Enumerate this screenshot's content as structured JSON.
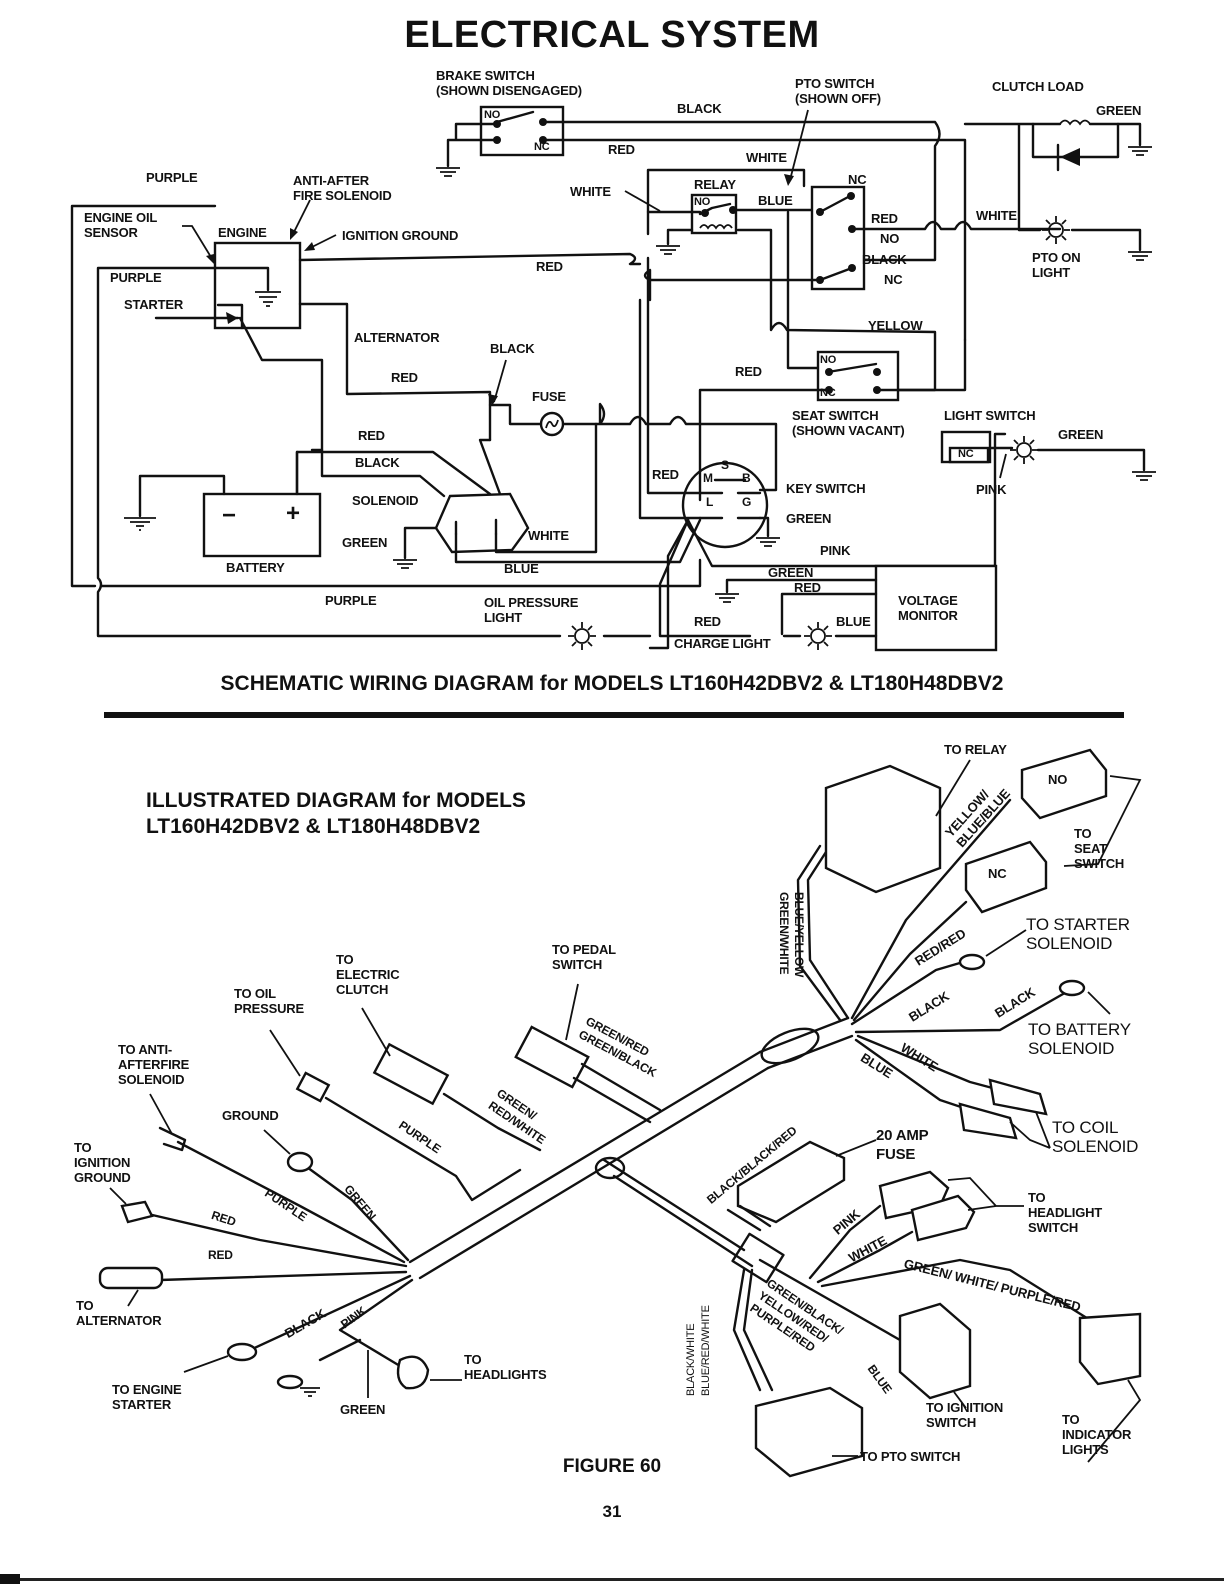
{
  "page": {
    "title": "ELECTRICAL SYSTEM",
    "schematic_caption": "SCHEMATIC WIRING DIAGRAM for MODELS LT160H42DBV2 & LT180H48DBV2",
    "illustrated_title": "ILLUSTRATED DIAGRAM for MODELS\nLT160H42DBV2 & LT180H48DBV2",
    "figure_label": "FIGURE 60",
    "page_number": "31"
  },
  "schematic": {
    "components": {
      "brake_switch": "BRAKE SWITCH\n(SHOWN DISENGAGED)",
      "pto_switch": "PTO SWITCH\n(SHOWN OFF)",
      "clutch_load": "CLUTCH LOAD",
      "anti_afterfire": "ANTI-AFTER\nFIRE SOLENOID",
      "engine_oil_sensor": "ENGINE OIL\nSENSOR",
      "engine": "ENGINE",
      "ignition_ground": "IGNITION GROUND",
      "starter": "STARTER",
      "relay": "RELAY",
      "alternator": "ALTERNATOR",
      "fuse": "FUSE",
      "seat_switch": "SEAT SWITCH\n(SHOWN VACANT)",
      "light_switch": "LIGHT SWITCH",
      "key_switch": "KEY SWITCH",
      "solenoid": "SOLENOID",
      "battery": "BATTERY",
      "battery_minus": "−",
      "battery_plus": "+",
      "voltage_monitor": "VOLTAGE\nMONITOR",
      "oil_pressure_light": "OIL PRESSURE\nLIGHT",
      "charge_light": "CHARGE LIGHT",
      "pto_on_light": "PTO ON\nLIGHT"
    },
    "terminals": {
      "no": "NO",
      "nc": "NC",
      "key_s": "S",
      "key_m": "M",
      "key_b": "B",
      "key_l": "L",
      "key_g": "G"
    },
    "wire_labels": {
      "purple_top": "PURPLE",
      "purple_inner": "PURPLE",
      "purple_bottom": "PURPLE",
      "black_top": "BLACK",
      "red_top": "RED",
      "white_top": "WHITE",
      "white_relay": "WHITE",
      "blue_relay": "BLUE",
      "red_pto": "RED",
      "no_pto": "NO",
      "black_pto": "BLACK",
      "nc_pto": "NC",
      "green_clutch": "GREEN",
      "white_pto_light": "WHITE",
      "red_ignition": "RED",
      "yellow": "YELLOW",
      "black_fuse": "BLACK",
      "red_alternator": "RED",
      "red_seat": "RED",
      "red_solenoid": "RED",
      "black_solenoid": "BLACK",
      "green_solenoid": "GREEN",
      "white_solenoid": "WHITE",
      "blue_solenoid": "BLUE",
      "red_key": "RED",
      "green_key": "GREEN",
      "pink_key": "PINK",
      "green_light_switch": "GREEN",
      "pink_light_switch": "PINK",
      "green_monitor": "GREEN",
      "red_monitor": "RED",
      "red_charge": "RED",
      "blue_monitor": "BLUE"
    }
  },
  "illustrated": {
    "callouts": {
      "to_relay": "TO RELAY",
      "to_seat_switch": "TO\nSEAT\nSWITCH",
      "to_starter_solenoid": "TO STARTER\nSOLENOID",
      "to_battery_solenoid": "TO BATTERY\nSOLENOID",
      "to_coil_solenoid": "TO COIL\nSOLENOID",
      "twenty_amp_fuse": "20 AMP\nFUSE",
      "to_headlight_switch": "TO\nHEADLIGHT\nSWITCH",
      "to_ignition_switch": "TO IGNITION\nSWITCH",
      "to_indicator_lights": "TO\nINDICATOR\nLIGHTS",
      "to_pto_switch": "TO PTO SWITCH",
      "to_pedal_switch": "TO PEDAL\nSWITCH",
      "to_electric_clutch": "TO\nELECTRIC\nCLUTCH",
      "to_oil_pressure": "TO OIL\nPRESSURE",
      "to_anti_afterfire": "TO ANTI-\nAFTERFIRE\nSOLENOID",
      "ground": "GROUND",
      "to_ignition_ground": "TO\nIGNITION\nGROUND",
      "to_alternator": "TO\nALTERNATOR",
      "to_engine_starter": "TO ENGINE\nSTARTER",
      "to_headlights": "TO\nHEADLIGHTS",
      "green_headlight": "GREEN"
    },
    "connector_labels": {
      "no": "NO",
      "nc": "NC"
    },
    "wire_labels": {
      "yellow_blue_blue": "YELLOW/\nBLUE/BLUE",
      "blue_yellow_green_white": "BLUE/YELLOW\nGREEN/WHITE",
      "red_red": "RED/RED",
      "black_1": "BLACK",
      "black_2": "BLACK",
      "white": "WHITE",
      "blue": "BLUE",
      "black_black_red": "BLACK/BLACK/RED",
      "pink": "PINK",
      "white_hl": "WHITE",
      "green_white_purple_red": "GREEN/ WHITE/ PURPLE/RED",
      "green_black_yellow_red_purple_red_blue": "GREEN/BLACK/\nYELLOW/RED/\nPURPLE/RED",
      "blue_ign": "BLUE",
      "black_white_blue_red_white": "BLACK/WHITE\nBLUE/RED/WHITE",
      "green_red_green_black": "GREEN/RED\nGREEN/BLACK",
      "green_red_white": "GREEN/\nRED/WHITE",
      "purple_clutch": "PURPLE",
      "purple": "PURPLE",
      "green_ground": "GREEN",
      "red_1": "RED",
      "red_2": "RED",
      "black_starter": "BLACK",
      "pink_headlights": "PINK"
    }
  }
}
